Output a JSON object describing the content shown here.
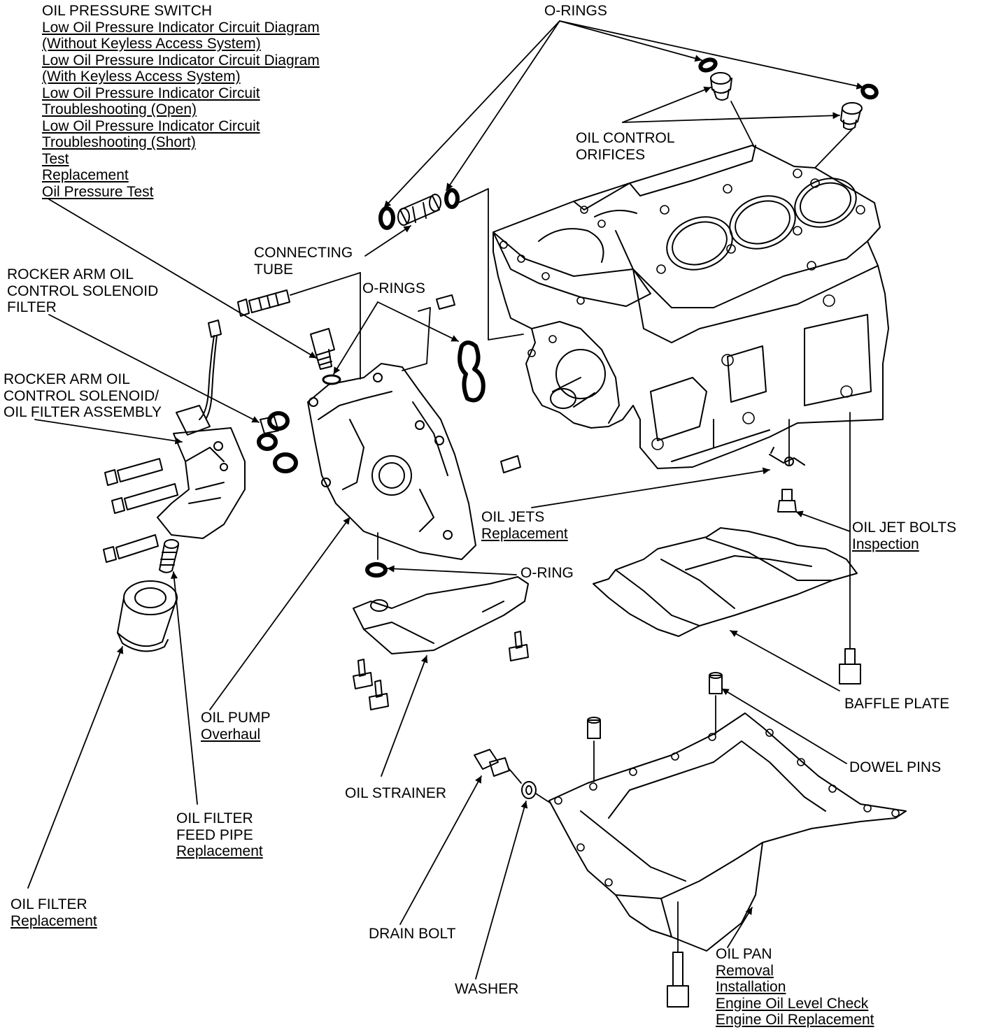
{
  "labels": {
    "oil_pressure_switch": {
      "title": "OIL PRESSURE SWITCH",
      "links": [
        "Low Oil Pressure Indicator Circuit Diagram",
        "(Without Keyless Access System)",
        "Low Oil Pressure Indicator Circuit Diagram",
        "(With Keyless Access System)",
        "Low Oil Pressure Indicator Circuit",
        "Troubleshooting (Open)",
        "Low Oil Pressure Indicator Circuit",
        "Troubleshooting (Short)",
        "Test",
        "Replacement",
        "Oil Pressure Test"
      ]
    },
    "o_rings_top": "O-RINGS",
    "oil_control_orifices": [
      "OIL CONTROL",
      "ORIFICES"
    ],
    "connecting_tube": [
      "CONNECTING",
      "TUBE"
    ],
    "o_rings_mid": "O-RINGS",
    "rocker_filter": [
      "ROCKER ARM OIL",
      "CONTROL SOLENOID",
      "FILTER"
    ],
    "rocker_assembly": [
      "ROCKER ARM OIL",
      "CONTROL SOLENOID/",
      "OIL FILTER ASSEMBLY"
    ],
    "oil_jets": {
      "title": "OIL JETS",
      "links": [
        "Replacement"
      ]
    },
    "oil_jet_bolts": {
      "title": "OIL JET BOLTS",
      "links": [
        "Inspection"
      ]
    },
    "o_ring": "O-RING",
    "baffle_plate": "BAFFLE PLATE",
    "oil_pump": {
      "title": "OIL PUMP",
      "links": [
        "Overhaul"
      ]
    },
    "dowel_pins": "DOWEL PINS",
    "oil_strainer": "OIL STRAINER",
    "oil_filter_feed_pipe": {
      "title": [
        "OIL FILTER",
        "FEED PIPE"
      ],
      "links": [
        "Replacement"
      ]
    },
    "oil_filter": {
      "title": "OIL FILTER",
      "links": [
        "Replacement"
      ]
    },
    "drain_bolt": "DRAIN BOLT",
    "washer": "WASHER",
    "oil_pan": {
      "title": "OIL PAN",
      "links": [
        "Removal",
        "Installation",
        "Engine Oil Level Check",
        "Engine Oil Replacement"
      ]
    }
  }
}
